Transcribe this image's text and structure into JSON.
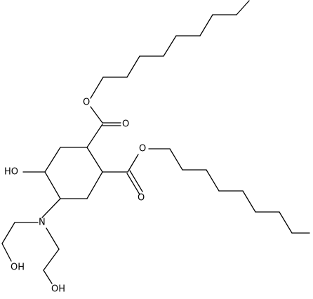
{
  "molecule": {
    "labels": {
      "hydroxyl_ring": "HO",
      "amine_nitrogen": "N",
      "hydroxyl_arm_1": "OH",
      "hydroxyl_arm_2": "OH",
      "ester1_ether_oxygen": "O",
      "ester1_carbonyl_oxygen": "O",
      "ester2_ether_oxygen": "O",
      "ester2_carbonyl_oxygen": "O"
    }
  }
}
